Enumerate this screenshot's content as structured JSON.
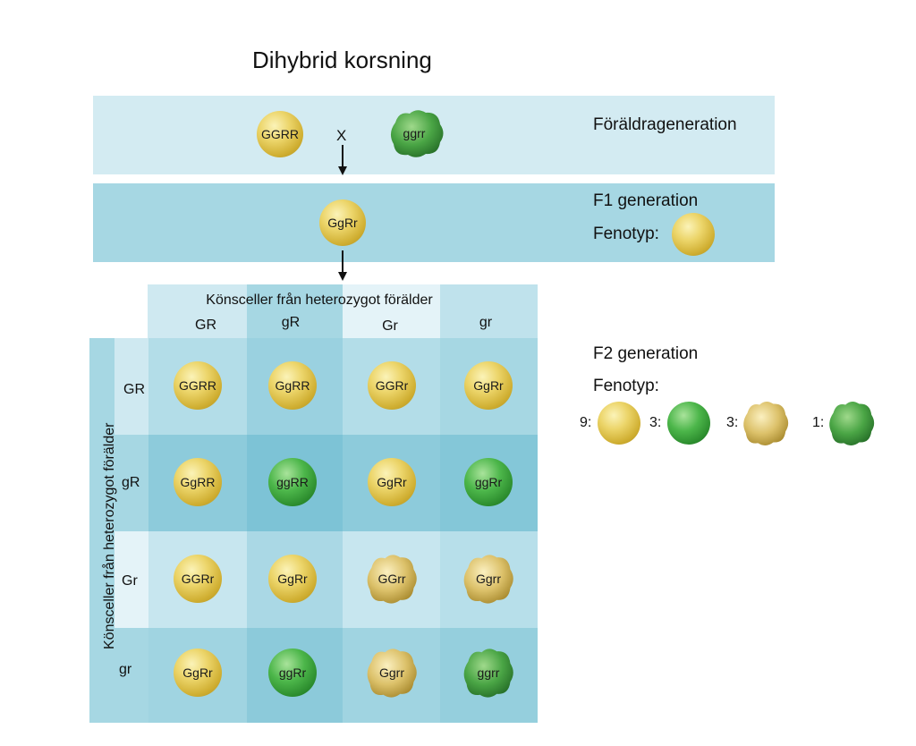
{
  "title": "Dihybrid korsning",
  "parent": {
    "label": "Föräldrageneration",
    "left_genotype": "GGRR",
    "cross_symbol": "X",
    "right_genotype": "ggrr"
  },
  "f1": {
    "label": "F1 generation",
    "phenotype_label": "Fenotyp:",
    "genotype": "GgRr"
  },
  "grid": {
    "top_header": "Könsceller från heterozygot förälder",
    "side_header": "Könsceller från heterozygot förälder",
    "columns": [
      "GR",
      "gR",
      "Gr",
      "gr"
    ],
    "rows": [
      "GR",
      "gR",
      "Gr",
      "gr"
    ],
    "cells": [
      [
        "GGRR",
        "GgRR",
        "GGRr",
        "GgRr"
      ],
      [
        "GgRR",
        "ggRR",
        "GgRr",
        "ggRr"
      ],
      [
        "GGRr",
        "GgRr",
        "GGrr",
        "Ggrr"
      ],
      [
        "GgRr",
        "ggRr",
        "Ggrr",
        "ggrr"
      ]
    ],
    "phenotypes": [
      [
        "yellow-round",
        "yellow-round",
        "yellow-round",
        "yellow-round"
      ],
      [
        "yellow-round",
        "green-round",
        "yellow-round",
        "green-round"
      ],
      [
        "yellow-round",
        "yellow-round",
        "yellow-wrinkled",
        "yellow-wrinkled"
      ],
      [
        "yellow-round",
        "green-round",
        "yellow-wrinkled",
        "green-wrinkled"
      ]
    ]
  },
  "f2": {
    "label": "F2 generation",
    "phenotype_label": "Fenotyp:",
    "ratios": [
      {
        "text": "9:",
        "phenotype": "yellow-round"
      },
      {
        "text": "3:",
        "phenotype": "green-round"
      },
      {
        "text": "3:",
        "phenotype": "yellow-wrinkled"
      },
      {
        "text": "1:",
        "phenotype": "green-wrinkled"
      }
    ]
  },
  "colors": {
    "band_light": "#d3ebf2",
    "band_mid": "#a6d7e3",
    "yellow_pea": "#e2c84e",
    "green_pea": "#3fa23e"
  }
}
